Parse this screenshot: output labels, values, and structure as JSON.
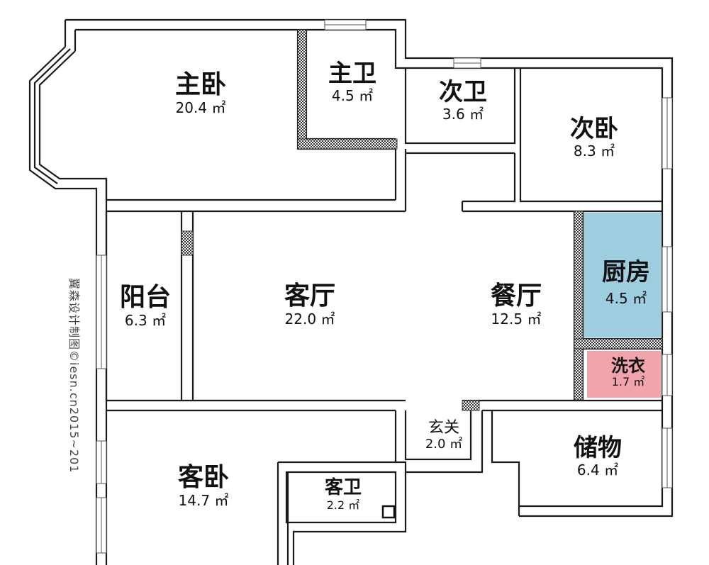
{
  "title": "",
  "watermark": "翼森设计制图©iesn.cn2015~201",
  "rooms": [
    {
      "key": "master_bedroom",
      "name": "主卧",
      "area": "20.4 ㎡"
    },
    {
      "key": "master_bath",
      "name": "主卫",
      "area": "4.5 ㎡"
    },
    {
      "key": "second_bath",
      "name": "次卫",
      "area": "3.6 ㎡"
    },
    {
      "key": "second_bedroom",
      "name": "次卧",
      "area": "8.3 ㎡"
    },
    {
      "key": "balcony",
      "name": "阳台",
      "area": "6.3 ㎡"
    },
    {
      "key": "living_room",
      "name": "客厅",
      "area": "22.0 ㎡"
    },
    {
      "key": "dining_room",
      "name": "餐厅",
      "area": "12.5 ㎡"
    },
    {
      "key": "kitchen",
      "name": "厨房",
      "area": "4.5 ㎡"
    },
    {
      "key": "laundry",
      "name": "洗衣",
      "area": "1.7 ㎡"
    },
    {
      "key": "entrance",
      "name": "玄关",
      "area": "2.0 ㎡"
    },
    {
      "key": "storage",
      "name": "储物",
      "area": "6.4 ㎡"
    },
    {
      "key": "guest_bedroom",
      "name": "客卧",
      "area": "14.7 ㎡"
    },
    {
      "key": "guest_bath",
      "name": "客卫",
      "area": "2.2 ㎡"
    }
  ],
  "colors": {
    "wall": "#1a1a1a",
    "kitchen_fill": "#9ecde0",
    "laundry_fill": "#f2a4ad",
    "column_fill": "#555555",
    "text": "#111111"
  }
}
